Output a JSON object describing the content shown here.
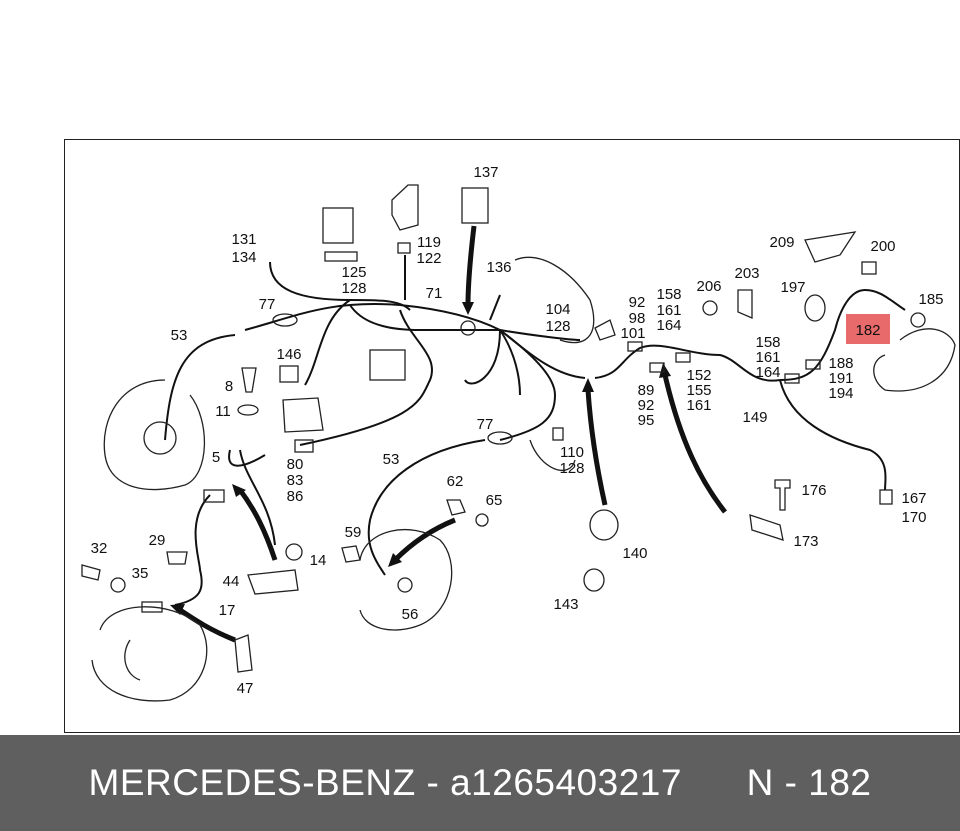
{
  "footer": {
    "brand": "MERCEDES-BENZ",
    "separator": " - ",
    "part_number": "a1265403217",
    "position_prefix": "N - ",
    "position_number": "182"
  },
  "highlight": {
    "label": "182",
    "color": "#e86a6a"
  },
  "callouts": {
    "c137": "137",
    "c131": "131",
    "c134": "134",
    "c125": "125",
    "c128a": "128",
    "c119": "119",
    "c122": "122",
    "c136": "136",
    "c71": "71",
    "c104": "104",
    "c128b": "128",
    "c77a": "77",
    "c53a": "53",
    "c146": "146",
    "c8": "8",
    "c11": "11",
    "c5": "5",
    "c80": "80",
    "c83": "83",
    "c86": "86",
    "c92a": "92",
    "c98": "98",
    "c101": "101",
    "c158a": "158",
    "c161a": "161",
    "c164a": "164",
    "c206": "206",
    "c203": "203",
    "c209": "209",
    "c200": "200",
    "c197": "197",
    "c185": "185",
    "c158b": "158",
    "c161b": "161",
    "c164b": "164",
    "c188": "188",
    "c191": "191",
    "c194": "194",
    "c89": "89",
    "c92b": "92",
    "c95": "95",
    "c152": "152",
    "c155": "155",
    "c161c": "161",
    "c149": "149",
    "c77b": "77",
    "c53b": "53",
    "c110": "110",
    "c128c": "128",
    "c62": "62",
    "c65": "65",
    "c176": "176",
    "c167": "167",
    "c170": "170",
    "c173": "173",
    "c140": "140",
    "c143": "143",
    "c59": "59",
    "c56": "56",
    "c14": "14",
    "c44": "44",
    "c17": "17",
    "c29": "29",
    "c32": "32",
    "c35": "35",
    "c47": "47"
  }
}
